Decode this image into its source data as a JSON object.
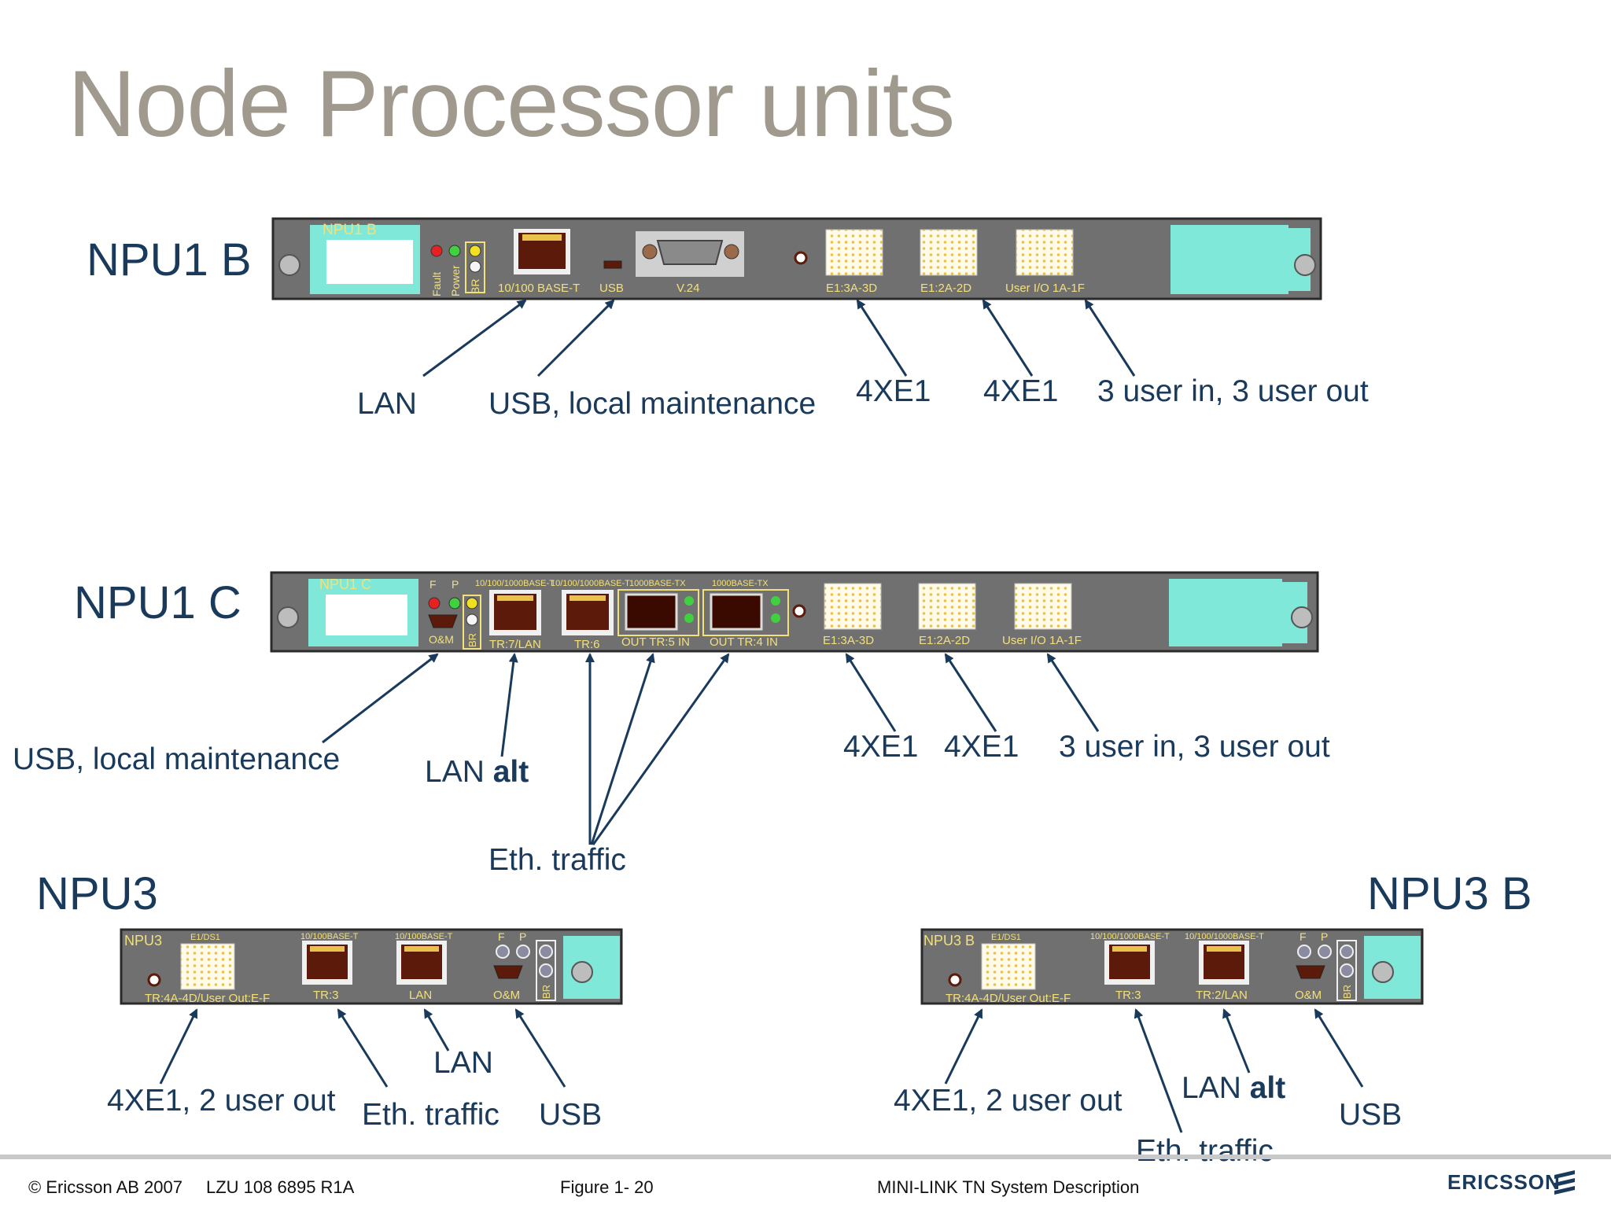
{
  "title": "Node Processor units",
  "units": {
    "npu1b": "NPU1 B",
    "npu1c": "NPU1 C",
    "npu3": "NPU3",
    "npu3b": "NPU3 B"
  },
  "npu1b_panel": {
    "name": "NPU1 B",
    "led_fault": "Fault",
    "led_power": "Power",
    "led_br": "BR",
    "port_eth": "10/100 BASE-T",
    "port_usb": "USB",
    "port_v24": "V.24",
    "port_e1a": "E1:3A-3D",
    "port_e1b": "E1:2A-2D",
    "port_user": "User I/O 1A-1F"
  },
  "npu1c_panel": {
    "name": "NPU1 C",
    "led_f": "F",
    "led_p": "P",
    "led_br": "BR",
    "port_om": "O&M",
    "hdr_eth1": "10/100/1000BASE-T",
    "hdr_eth2": "10/100/1000BASE-T",
    "hdr_tx1": "1000BASE-TX",
    "hdr_tx2": "1000BASE-TX",
    "port_tr7": "TR:7/LAN",
    "port_tr6": "TR:6",
    "port_tr5": "OUT TR:5 IN",
    "port_tr4": "OUT TR:4 IN",
    "port_e1a": "E1:3A-3D",
    "port_e1b": "E1:2A-2D",
    "port_user": "User I/O 1A-1F"
  },
  "npu3_panel": {
    "name": "NPU3",
    "hdr_e1": "E1/DS1",
    "hdr_eth1": "10/100BASE-T",
    "hdr_eth2": "10/100BASE-T",
    "led_f": "F",
    "led_p": "P",
    "led_br": "BR",
    "port_tr4": "TR:4A-4D/User Out:E-F",
    "port_tr3": "TR:3",
    "port_lan": "LAN",
    "port_om": "O&M"
  },
  "npu3b_panel": {
    "name": "NPU3 B",
    "hdr_e1": "E1/DS1",
    "hdr_eth1": "10/100/1000BASE-T",
    "hdr_eth2": "10/100/1000BASE-T",
    "led_f": "F",
    "led_p": "P",
    "led_br": "BR",
    "port_tr4": "TR:4A-4D/User Out:E-F",
    "port_tr3": "TR:3",
    "port_tr2": "TR:2/LAN",
    "port_om": "O&M"
  },
  "callouts": {
    "npu1b_lan": "LAN",
    "npu1b_usb": "USB, local maintenance",
    "npu1b_e1a": "4XE1",
    "npu1b_e1b": "4XE1",
    "npu1b_user": "3 user in, 3 user out",
    "npu1c_usb": "USB, local maintenance",
    "npu1c_lan": "LAN",
    "npu1c_lan_alt": "alt",
    "npu1c_eth": "Eth. traffic",
    "npu1c_e1a": "4XE1",
    "npu1c_e1b": "4XE1",
    "npu1c_user": "3 user in, 3 user out",
    "npu3_e1": "4XE1, 2 user out",
    "npu3_eth": "Eth. traffic",
    "npu3_lan": "LAN",
    "npu3_usb": "USB",
    "npu3b_e1": "4XE1, 2 user out",
    "npu3b_eth": "Eth. traffic",
    "npu3b_lan": "LAN",
    "npu3b_lan_alt": "alt",
    "npu3b_usb": "USB"
  },
  "footer": {
    "copyright": "© Ericsson AB 2007",
    "doc_id": "LZU 108 6895 R1A",
    "figure": "Figure 1-  20",
    "doc_title": "MINI-LINK TN System Description",
    "logo": "ERICSSON"
  },
  "colors": {
    "panel": "#707070",
    "panel_text": "#f2e07a",
    "cyan": "#7fe8d8",
    "label": "#1a3a5c",
    "title": "#a09a8e",
    "led_red": "#e82020",
    "led_green": "#40d040",
    "led_yellow": "#f0e020"
  }
}
